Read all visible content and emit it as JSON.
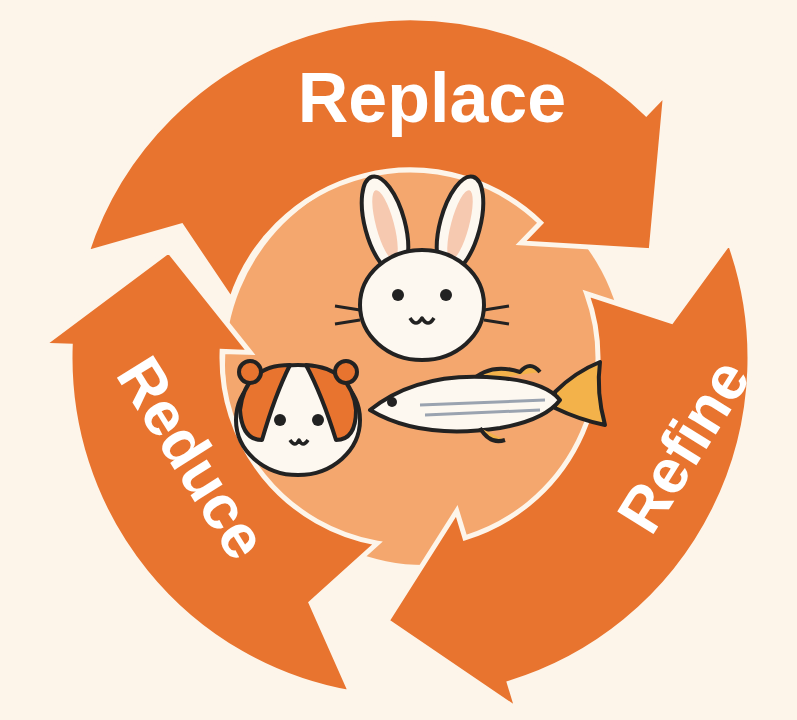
{
  "diagram": {
    "nodes": [
      {
        "text": [
          "Replace"
        ]
      },
      {
        "text": [
          "Reduce"
        ]
      },
      {
        "text": [
          "Refine"
        ]
      }
    ]
  }
}
